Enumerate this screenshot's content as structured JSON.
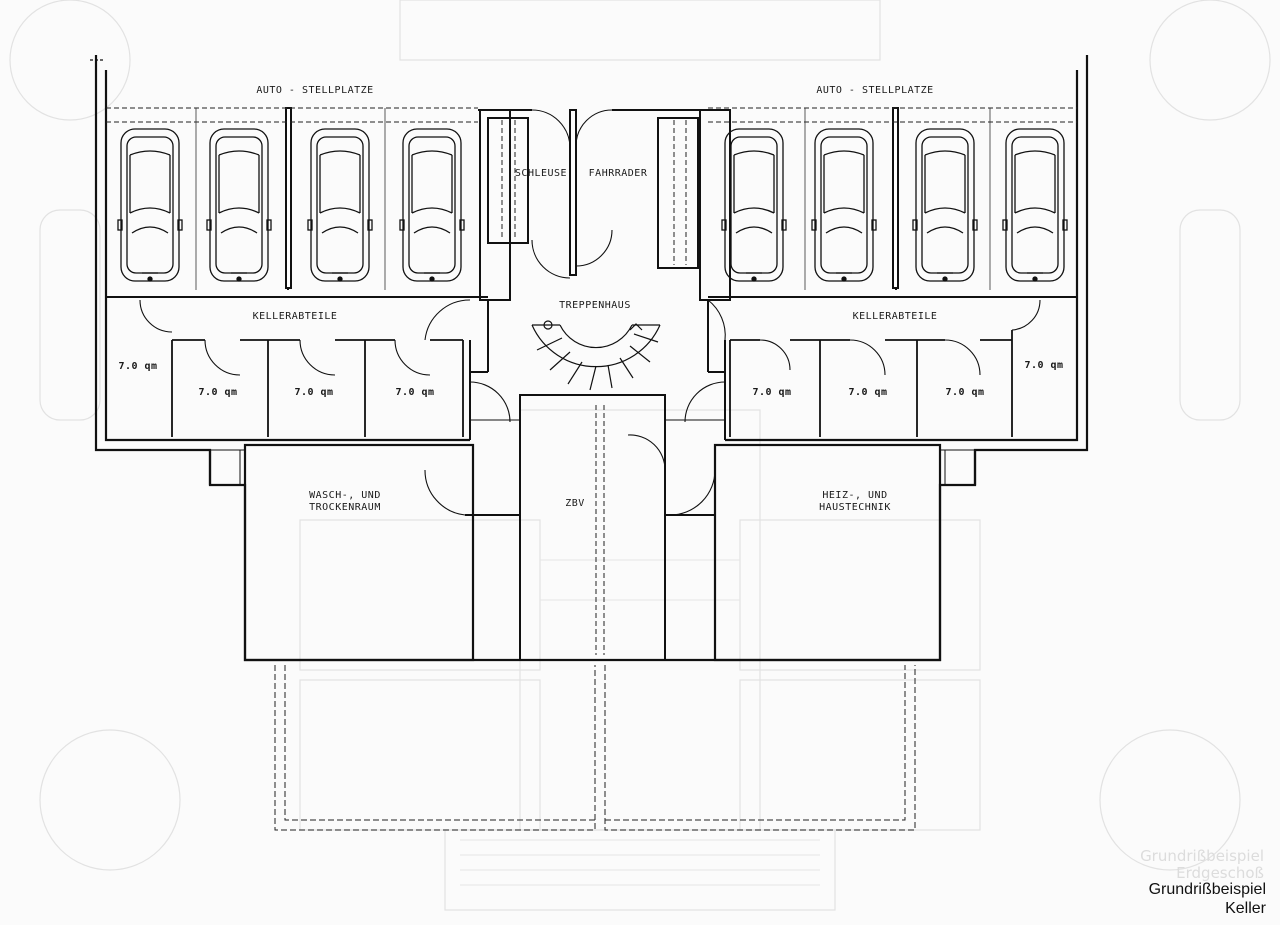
{
  "parking_left": "AUTO - STELLPLATZE",
  "parking_right": "AUTO - STELLPLATZE",
  "airlock": "SCHLEUSE",
  "bicycles": "FAHRRADER",
  "staircase": "TREPPENHAUS",
  "cellar_left": "KELLERABTEILE",
  "cellar_right": "KELLERABTEILE",
  "laundry": "WASCH-, UND\nTROCKENRAUM",
  "heating": "HEIZ-, UND\nHAUSTECHNIK",
  "zbv": "ZBV",
  "cellar_areas": [
    "7.0 qm",
    "7.0 qm",
    "7.0 qm",
    "7.0 qm",
    "7.0 qm",
    "7.0 qm",
    "7.0 qm",
    "7.0 qm"
  ],
  "ghost_caption": {
    "line1": "Grundrißbeispiel",
    "line2": "Erdgeschoß"
  },
  "caption": {
    "line1": "Grundrißbeispiel",
    "line2": "Keller"
  }
}
